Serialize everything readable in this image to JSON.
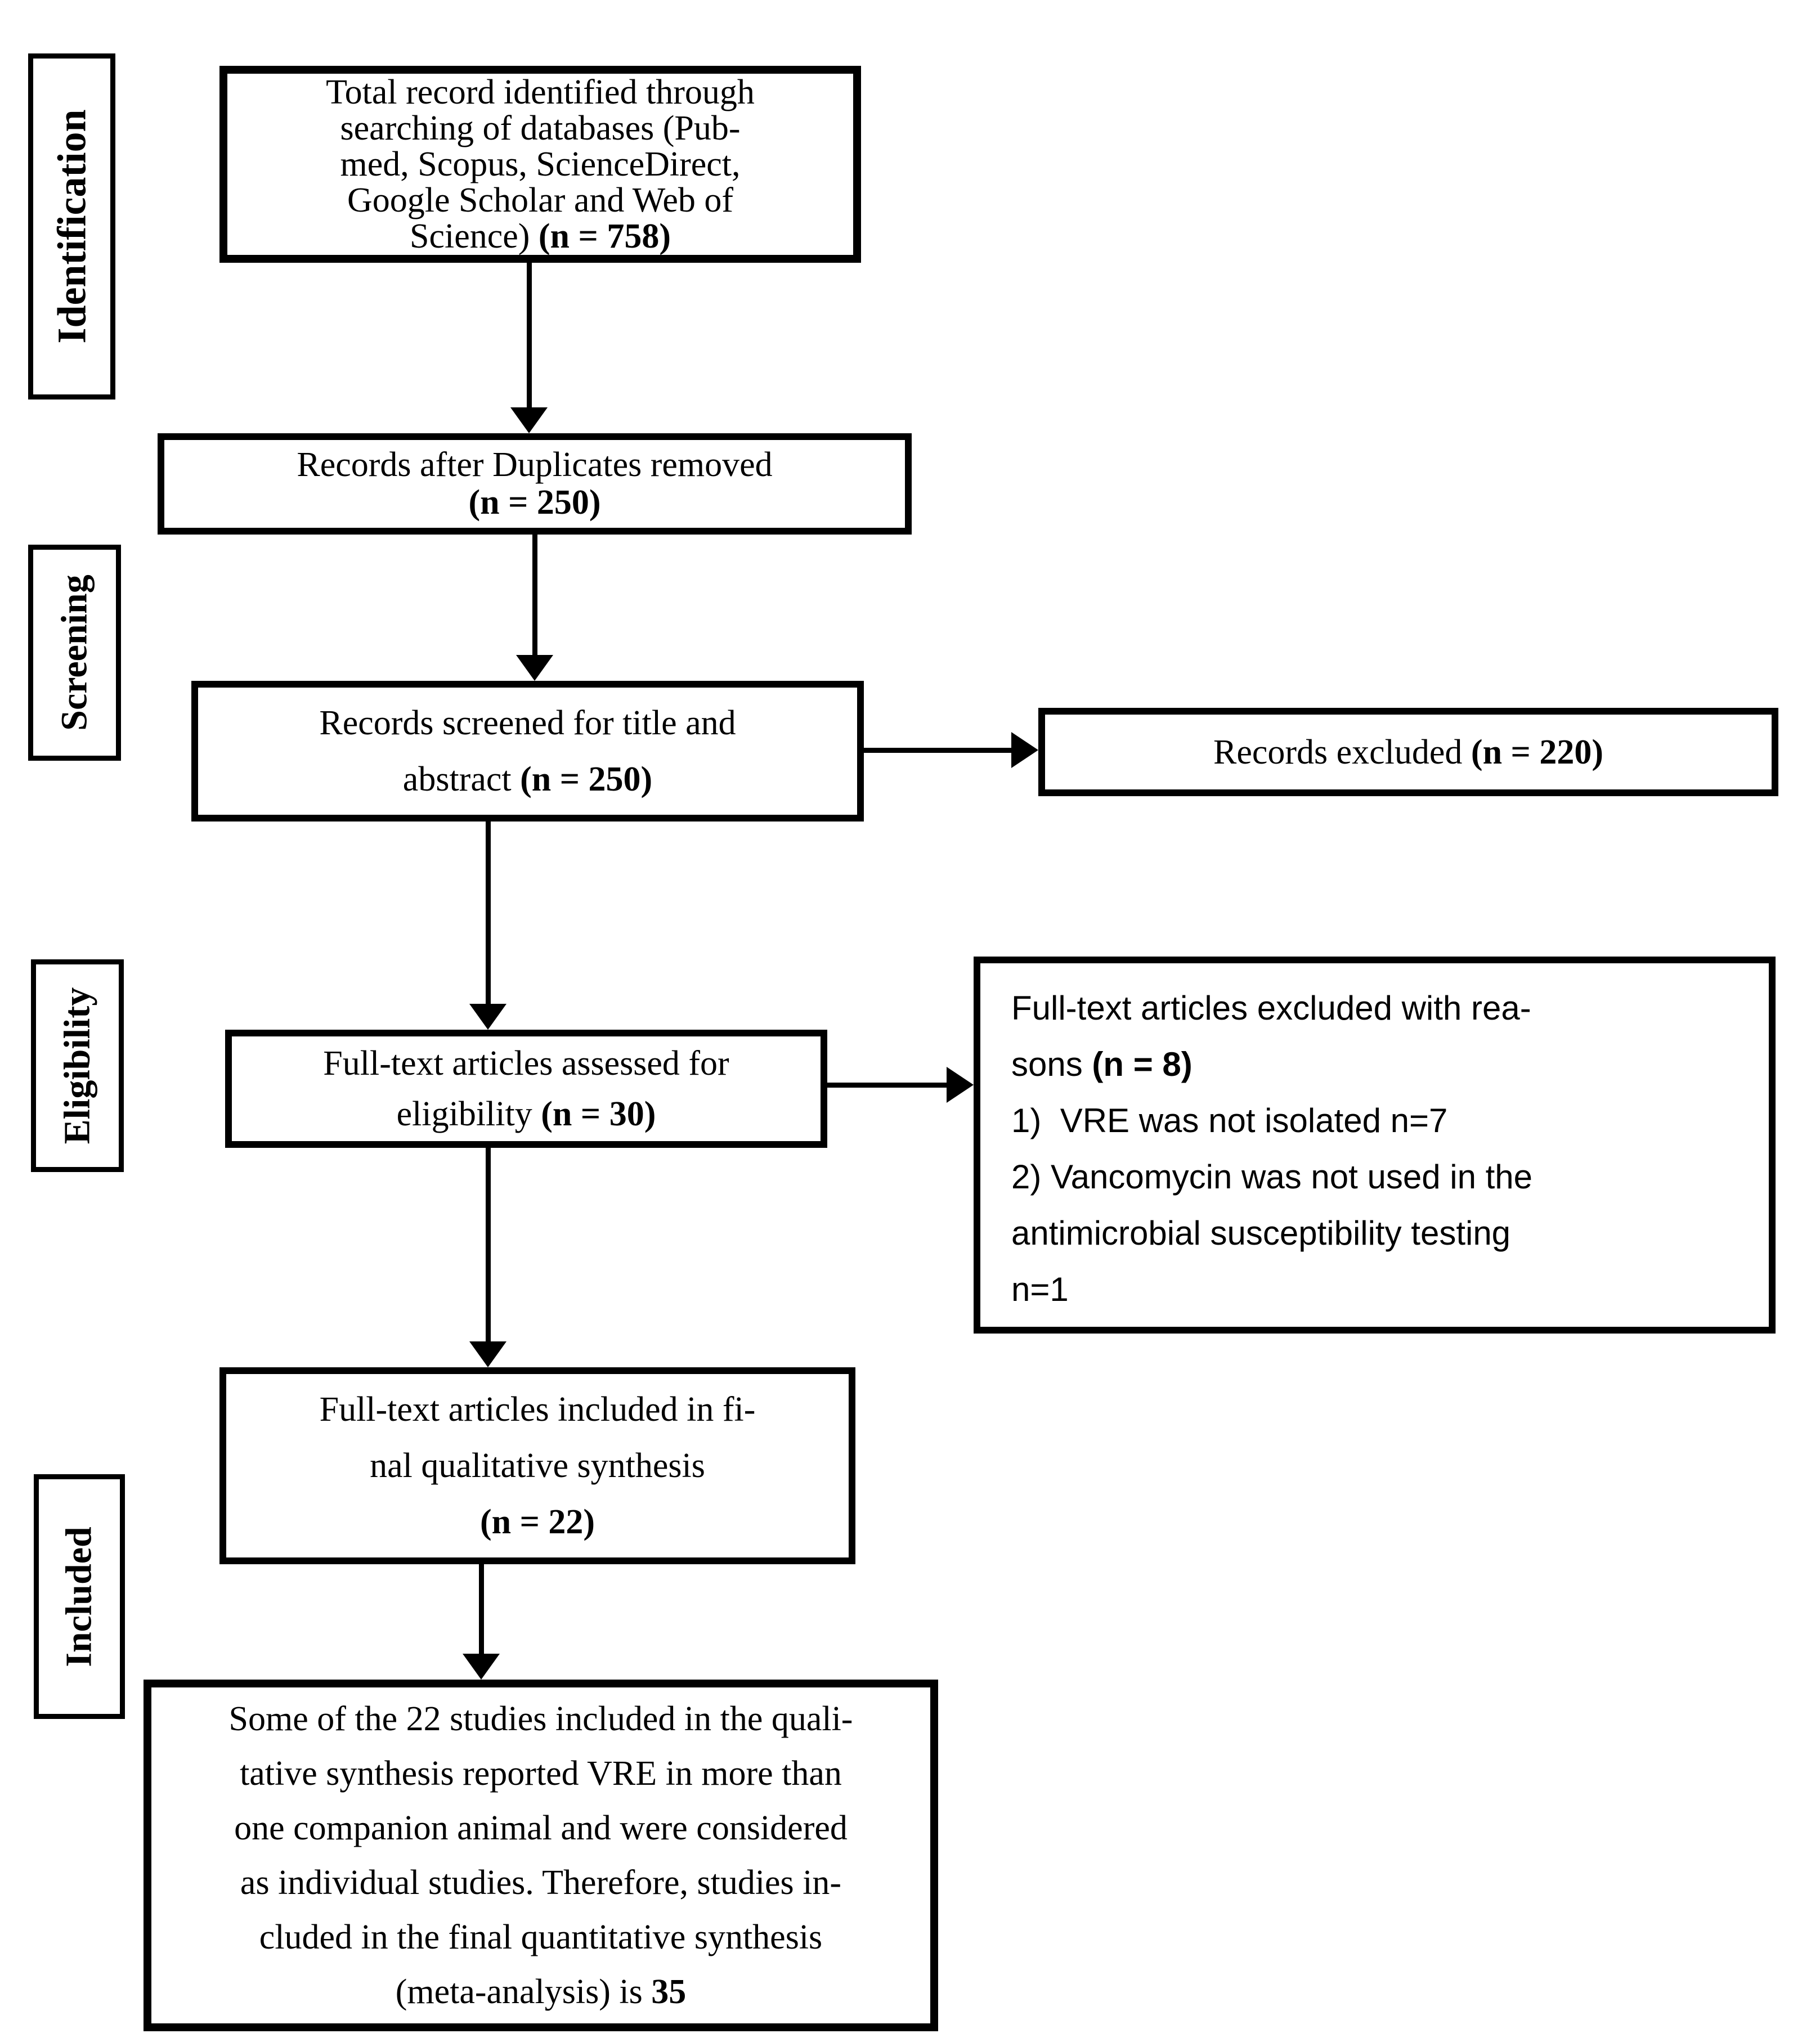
{
  "colors": {
    "ink": "#000000",
    "paper": "#ffffff"
  },
  "sidebar": [
    {
      "key": "identification",
      "label": "Identification"
    },
    {
      "key": "screening",
      "label": "Screening"
    },
    {
      "key": "eligibility",
      "label": "Eligibility"
    },
    {
      "key": "included",
      "label": "Included"
    }
  ],
  "boxes": {
    "identified": {
      "lines": [
        [
          {
            "t": "Total record identified through"
          }
        ],
        [
          {
            "t": "searching of databases (Pub-"
          }
        ],
        [
          {
            "t": "med, Scopus, ScienceDirect,"
          }
        ],
        [
          {
            "t": "Google Scholar and Web of"
          }
        ],
        [
          {
            "t": "Science) "
          },
          {
            "t": "(n = 758)",
            "b": true
          }
        ]
      ]
    },
    "duplicates": {
      "lines": [
        [
          {
            "t": "Records after Duplicates removed"
          }
        ],
        [
          {
            "t": "(n = 250)",
            "b": true
          }
        ]
      ]
    },
    "screened": {
      "lines": [
        [
          {
            "t": "Records screened for title and"
          }
        ],
        [
          {
            "t": "abstract "
          },
          {
            "t": "(n = 250)",
            "b": true
          }
        ]
      ]
    },
    "excluded": {
      "lines": [
        [
          {
            "t": "Records excluded "
          },
          {
            "t": "(n = 220)",
            "b": true
          }
        ]
      ]
    },
    "assessed": {
      "lines": [
        [
          {
            "t": "Full-text articles assessed for"
          }
        ],
        [
          {
            "t": "eligibility "
          },
          {
            "t": "(n = 30)",
            "b": true
          }
        ]
      ]
    },
    "reasons": {
      "lines": [
        [
          {
            "t": "Full-text articles excluded with rea-"
          }
        ],
        [
          {
            "t": "sons "
          },
          {
            "t": "(n = 8)",
            "b": true
          }
        ],
        [
          {
            "t": "1)  VRE was not isolated n=7"
          }
        ],
        [
          {
            "t": "2) Vancomycin was not used in the"
          }
        ],
        [
          {
            "t": "antimicrobial susceptibility testing"
          }
        ],
        [
          {
            "t": "n=1"
          }
        ]
      ]
    },
    "qualitative": {
      "lines": [
        [
          {
            "t": "Full-text articles included in fi-"
          }
        ],
        [
          {
            "t": "nal qualitative synthesis"
          }
        ],
        [
          {
            "t": "(n = 22)",
            "b": true
          }
        ]
      ]
    },
    "quantitative": {
      "lines": [
        [
          {
            "t": "Some of the 22 studies included in the quali-"
          }
        ],
        [
          {
            "t": "tative synthesis reported VRE in more than"
          }
        ],
        [
          {
            "t": "one companion animal and were considered"
          }
        ],
        [
          {
            "t": "as individual studies. Therefore, studies in-"
          }
        ],
        [
          {
            "t": "cluded in the final quantitative synthesis"
          }
        ],
        [
          {
            "t": "(meta-analysis) is "
          },
          {
            "t": "35",
            "b": true
          }
        ]
      ]
    }
  }
}
